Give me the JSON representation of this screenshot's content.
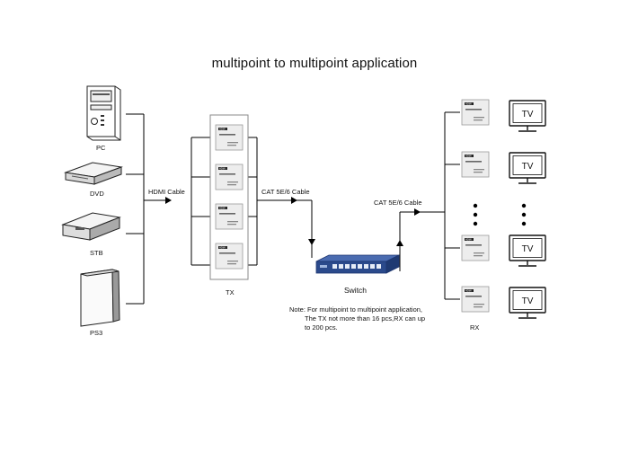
{
  "title": "multipoint to multipoint  application",
  "sources": [
    "PC",
    "DVD",
    "STB",
    "PS3"
  ],
  "cables": {
    "hdmi": "HDMI Cable",
    "cat_tx": "CAT 5E/6 Cable",
    "cat_rx": "CAT 5E/6 Cable"
  },
  "tx_label": "TX",
  "rx_label": "RX",
  "switch_label": "Switch",
  "tv_label": "TV",
  "device_brand": "HDMI",
  "note": {
    "line1": "Note: For multipoint to multipoint application,",
    "line2": "The TX not more than 16 pcs,RX can up",
    "line3": "to 200 pcs."
  },
  "colors": {
    "switch_body": "#2b4a8c",
    "line": "#000000",
    "device_border": "#9a9a9a"
  }
}
